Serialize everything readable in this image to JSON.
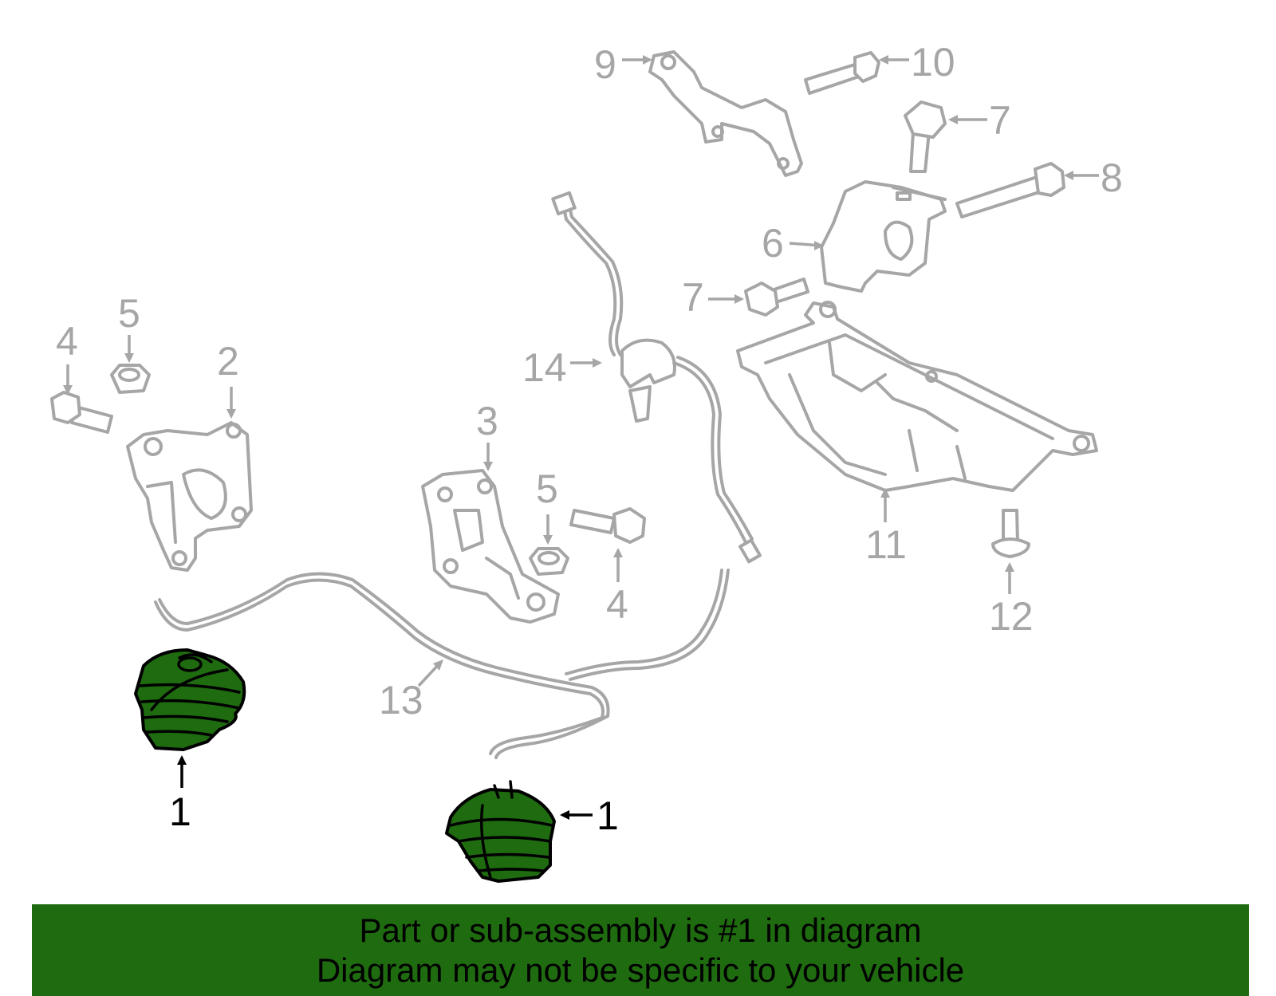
{
  "callouts": {
    "c1a": "1",
    "c1b": "1",
    "c2": "2",
    "c3": "3",
    "c4a": "4",
    "c4b": "4",
    "c5a": "5",
    "c5b": "5",
    "c6": "6",
    "c7a": "7",
    "c7b": "7",
    "c8": "8",
    "c9": "9",
    "c10": "10",
    "c11": "11",
    "c12": "12",
    "c13": "13",
    "c14": "14"
  },
  "colors": {
    "highlight_part": "#1f6b10",
    "banner_background": "#1f6b10",
    "other_parts": "#a6a6a6"
  },
  "highlighted_part": "1",
  "banner": {
    "line1": "Part or sub-assembly is #1 in diagram",
    "line2": "Diagram may not be specific to your vehicle"
  }
}
